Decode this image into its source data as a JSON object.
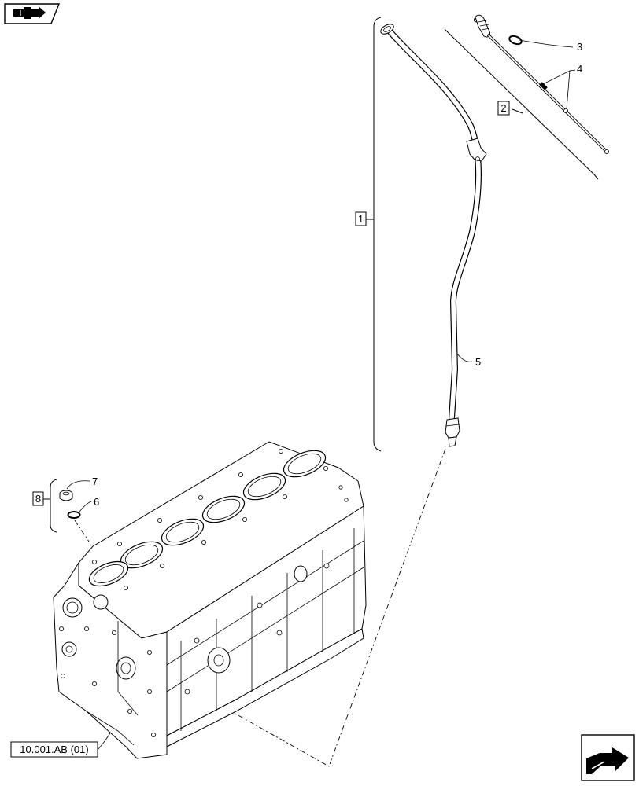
{
  "callouts": {
    "c1": "1",
    "c2": "2",
    "c3": "3",
    "c4": "4",
    "c5": "5",
    "c6": "6",
    "c7": "7",
    "c8": "8"
  },
  "reference_label": "10.001.AB (01)",
  "icons": {
    "top_left": "previous-page-arrow-icon",
    "bottom_right": "next-page-arrow-icon"
  }
}
